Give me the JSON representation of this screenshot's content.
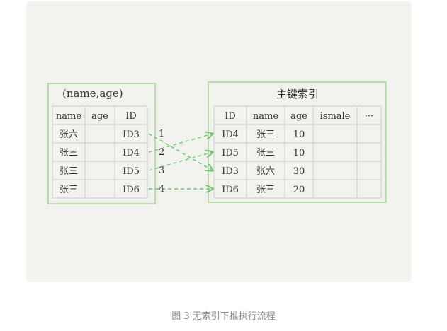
{
  "left_index": {
    "title": "(name,age)",
    "headers": [
      "name",
      "age",
      "ID"
    ],
    "rows": [
      [
        "张六",
        "",
        "ID3"
      ],
      [
        "张三",
        "",
        "ID4"
      ],
      [
        "张三",
        "",
        "ID5"
      ],
      [
        "张三",
        "",
        "ID6"
      ]
    ]
  },
  "primary_index": {
    "title": "主键索引",
    "headers": [
      "ID",
      "name",
      "age",
      "ismale",
      "···"
    ],
    "rows": [
      [
        "ID4",
        "张三",
        "10",
        "",
        ""
      ],
      [
        "ID5",
        "张三",
        "10",
        "",
        ""
      ],
      [
        "ID3",
        "张六",
        "30",
        "",
        ""
      ],
      [
        "ID6",
        "张三",
        "20",
        "",
        ""
      ]
    ]
  },
  "arrows": [
    {
      "label": "1",
      "from_row": 0,
      "to_row": 2
    },
    {
      "label": "2",
      "from_row": 1,
      "to_row": 0
    },
    {
      "label": "3",
      "from_row": 2,
      "to_row": 1
    },
    {
      "label": "4",
      "from_row": 3,
      "to_row": 3
    }
  ],
  "caption": "图 3 无索引下推执行流程",
  "colors": {
    "box_border": "#a9d49a",
    "grid": "#c9c9c9",
    "arrow": "#6cc56a",
    "panel_bg": "#f2f2ef"
  }
}
